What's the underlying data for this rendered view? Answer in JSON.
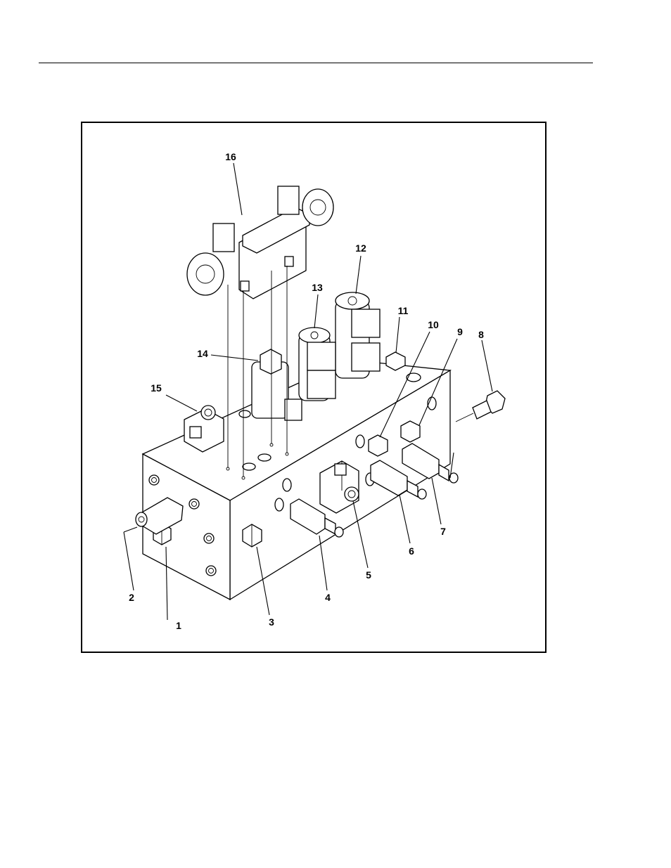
{
  "callouts": [
    {
      "id": "callout-1",
      "text": "1"
    },
    {
      "id": "callout-2",
      "text": "2"
    },
    {
      "id": "callout-3",
      "text": "3"
    },
    {
      "id": "callout-4",
      "text": "4"
    },
    {
      "id": "callout-5",
      "text": "5"
    },
    {
      "id": "callout-6",
      "text": "6"
    },
    {
      "id": "callout-7",
      "text": "7"
    },
    {
      "id": "callout-8",
      "text": "8"
    },
    {
      "id": "callout-9",
      "text": "9"
    },
    {
      "id": "callout-10",
      "text": "10"
    },
    {
      "id": "callout-11",
      "text": "11"
    },
    {
      "id": "callout-12",
      "text": "12"
    },
    {
      "id": "callout-13",
      "text": "13"
    },
    {
      "id": "callout-14",
      "text": "14"
    },
    {
      "id": "callout-15",
      "text": "15"
    },
    {
      "id": "callout-16",
      "text": "16"
    }
  ]
}
